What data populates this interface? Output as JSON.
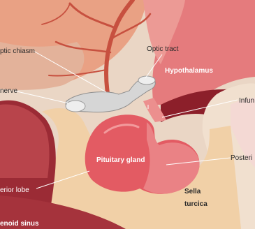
{
  "labels": {
    "optic_chiasm": "ptic chiasm",
    "optic_tract": "Optic tract",
    "hypothalamus": "Hypothalamus",
    "nerve": "nerve",
    "infundibulum": "Infun",
    "pituitary_gland": "Pituitary gland",
    "posterior": "Posteri",
    "anterior_lobe": "erior lobe",
    "sella_turcica_line1": "Sella",
    "sella_turcica_line2": "turcica",
    "sphenoid_sinus": "enoid sinus"
  },
  "colors": {
    "background": "#ffffff",
    "brain_tissue": "#e98c88",
    "hypothalamus": "#e57b7d",
    "gland_anterior": "#e35b63",
    "gland_posterior": "#ea8285",
    "bone_sella": "#f1d0a7",
    "sinus_cavity": "#9b2b35",
    "dark_cavity": "#8c1f2a",
    "optic_nerve": "#d6d6d6",
    "blood_vessel": "#c7503f"
  }
}
